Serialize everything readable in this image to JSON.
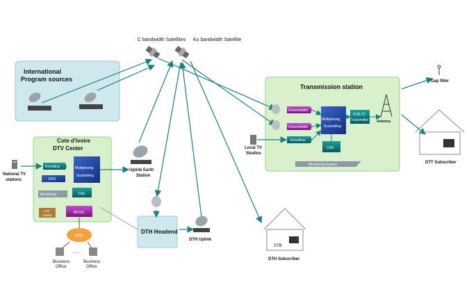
{
  "satellites": {
    "c_band_label": "C bandwidth Satellites",
    "ku_band_label": "Ku bandwidth Satellite"
  },
  "international": {
    "title_line1": "International",
    "title_line2": "Program sources"
  },
  "cote_divoire": {
    "title_line1": "Cote d'Ivoire",
    "title_line2": "DTV Center",
    "blocks": {
      "encoding": "Encoding",
      "epg": "EPG",
      "multiplexing": "Multiplexing",
      "scrambling": "Scrambling",
      "monitoring": "Monitoring",
      "cas": "CAS",
      "call_center_line1": "Call",
      "call_center_line2": "Center",
      "boss": "BOSS"
    }
  },
  "national_tv": {
    "label_line1": "National TV",
    "label_line2": "stations"
  },
  "uplink_earth": {
    "label_line1": "Uplink Earth",
    "label_line2": "Station"
  },
  "vpn": {
    "label": "VPN",
    "dots": "......"
  },
  "business_offices": {
    "label_line1": "Business",
    "label_line2": "Office"
  },
  "dth_headend": {
    "label": "DTH Headend"
  },
  "dth_uplink": {
    "label": "DTH Uplink"
  },
  "dth_subscriber": {
    "label": "DTH Subscriber",
    "stb": "STB"
  },
  "transmission": {
    "title": "Transmission station",
    "blocks": {
      "descrambler": "Descrambler",
      "multiplexing": "Multiplexing",
      "scrambling": "Scrambling",
      "encoding": "Encoding",
      "cas": "CAS",
      "dvbt2_line1": "DVB-T2",
      "dvbt2_line2": "Transmitter",
      "antenna": "Antenna",
      "monitoring_system": "Monitoring System"
    }
  },
  "local_tv": {
    "label_line1": "Local TV",
    "label_line2": "Studios"
  },
  "gap_filler": {
    "label": "Gap filler"
  },
  "dtt_subscriber": {
    "label": "DTT Subscriber"
  },
  "colors": {
    "region_blue": "#cfe8ee",
    "region_green": "#d8f0cc",
    "arrow": "#1a7f7f",
    "block_blue": "#1f3f9f",
    "block_teal": "#0a6e6e",
    "block_purple": "#9a1aa8",
    "block_gray": "#8c9aa6"
  }
}
